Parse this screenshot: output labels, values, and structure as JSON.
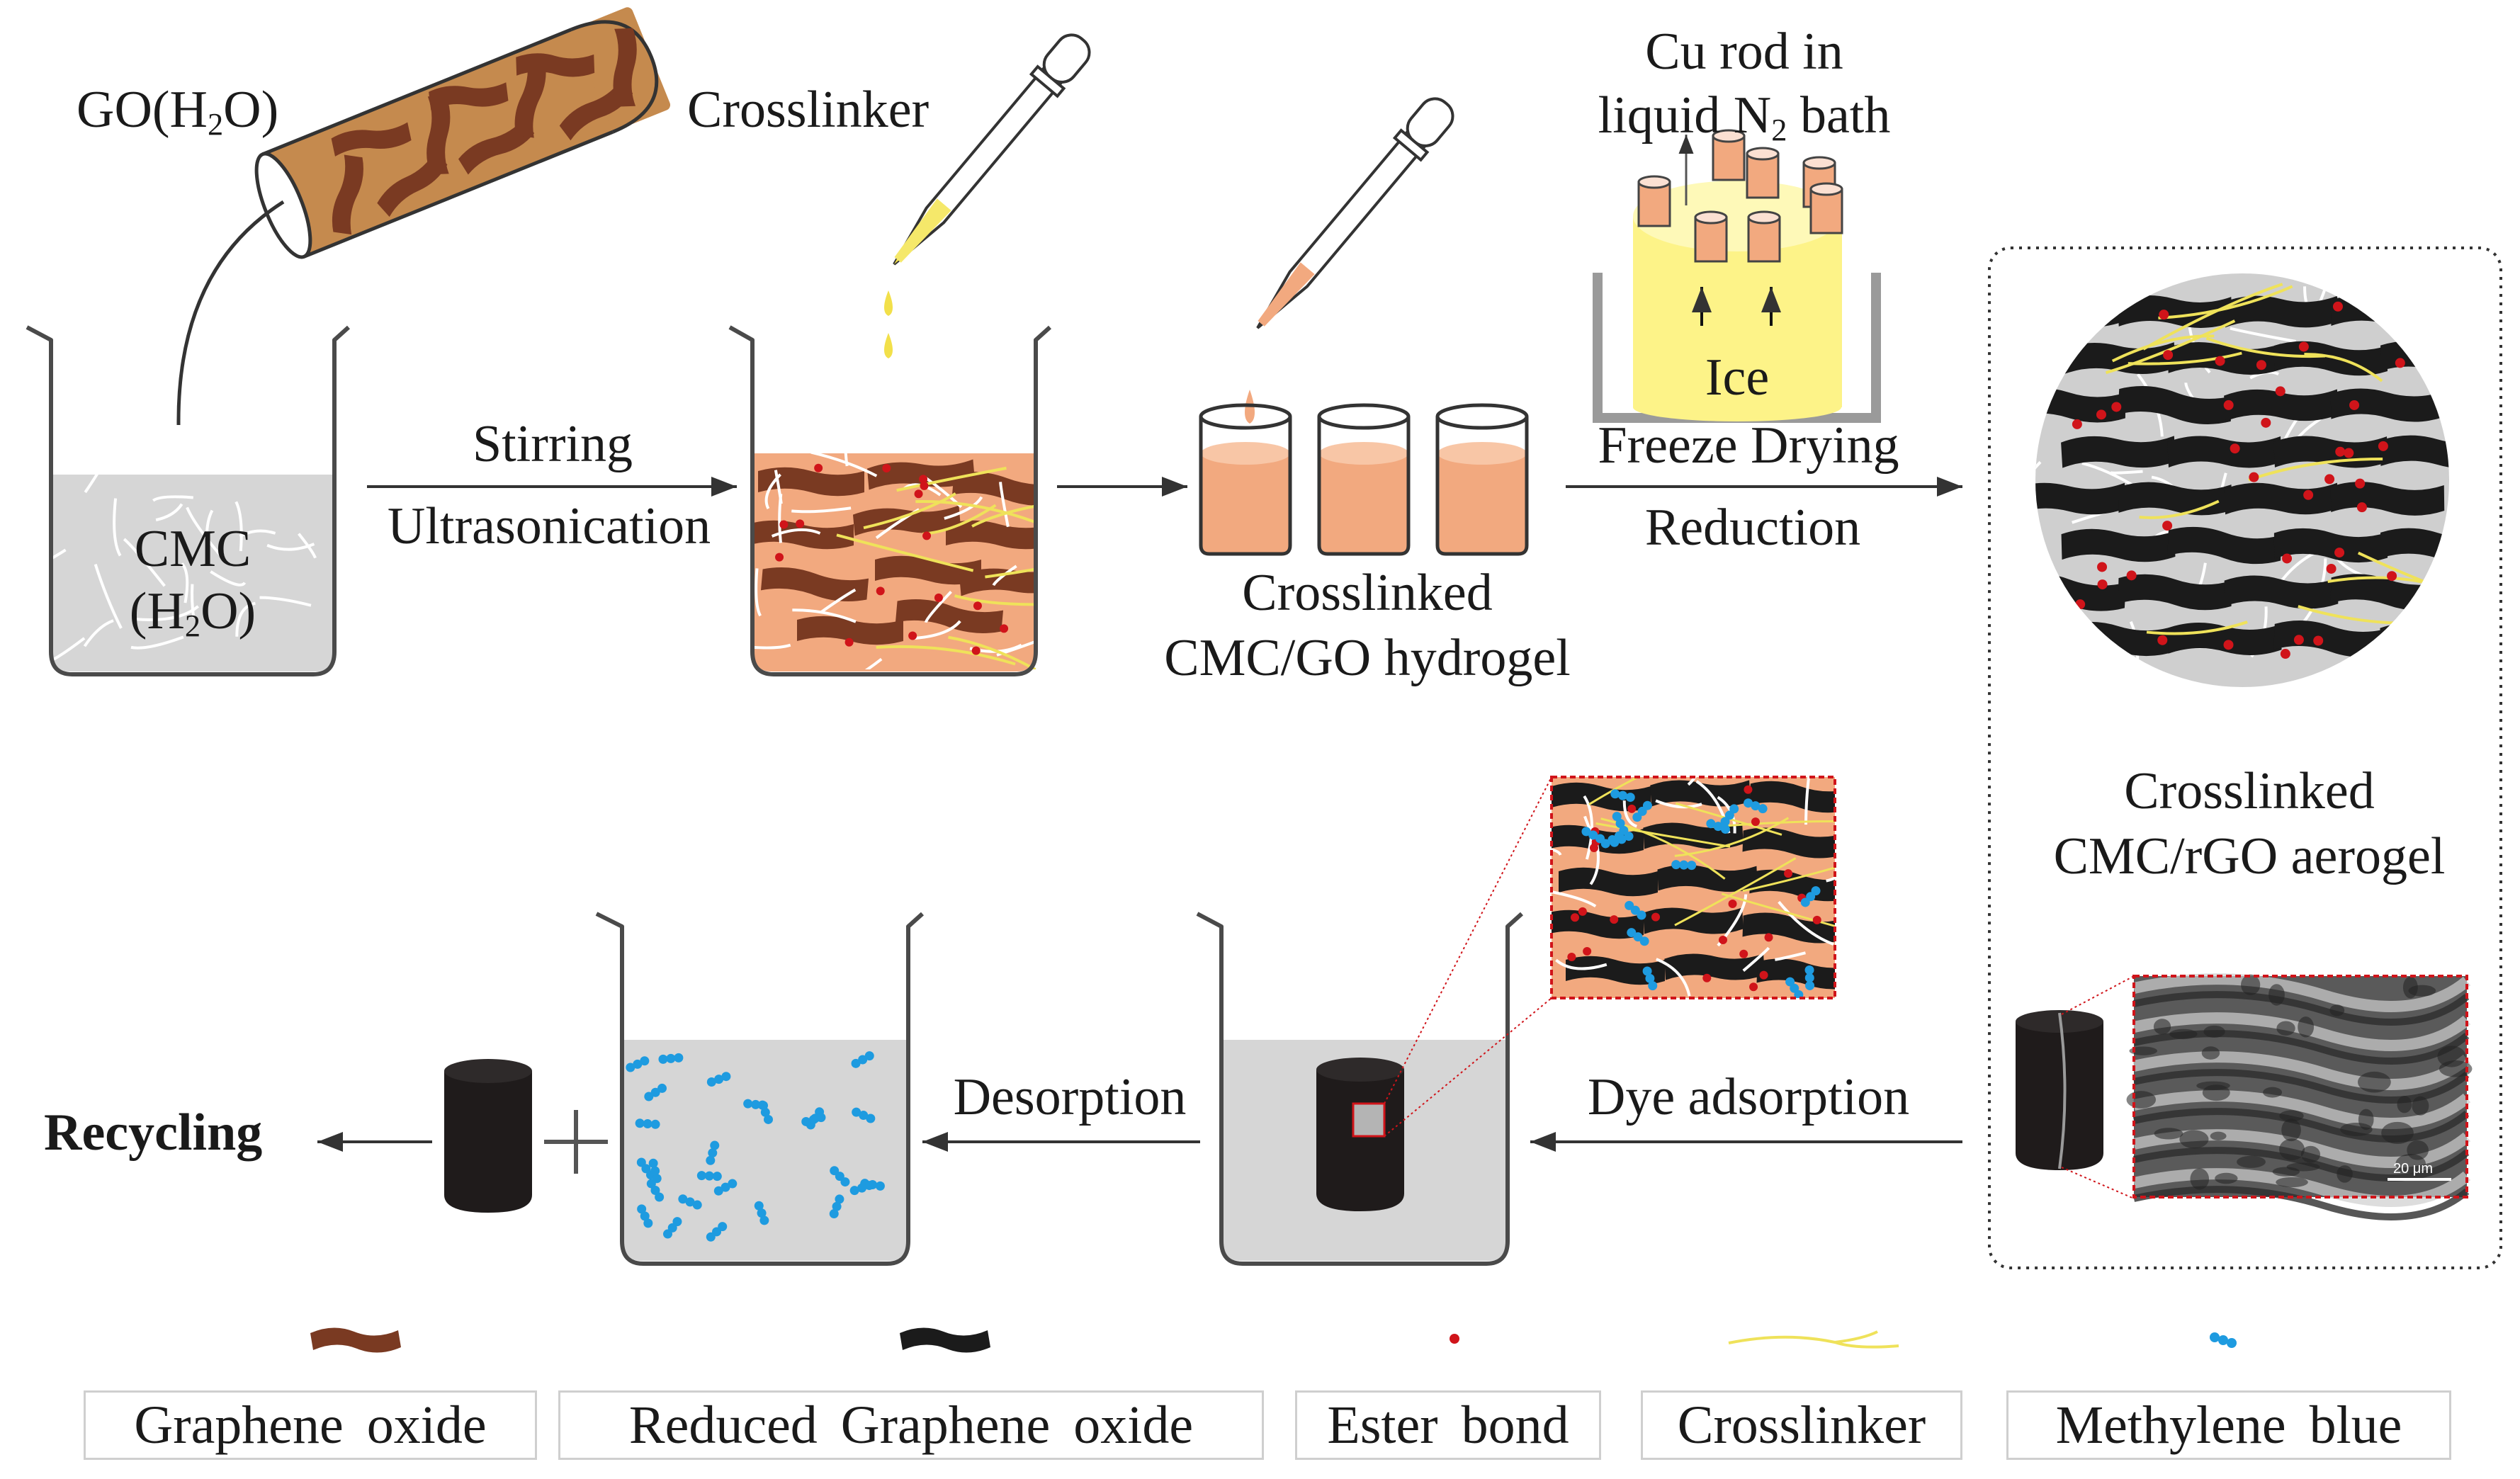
{
  "top": {
    "go_label": {
      "pre": "GO(H",
      "sub": "2",
      "post": "O)"
    },
    "crosslinker_title": "Crosslinker",
    "cmc_label": {
      "line1": "CMC",
      "line2_pre": "(H",
      "line2_sub": "2",
      "line2_post": "O)"
    },
    "arrow1_top": "Stirring",
    "arrow1_bottom": "Ultrasonication",
    "hydrogel_caption_1": "Crosslinked",
    "hydrogel_caption_2": "CMC/GO hydrogel",
    "cu_rod_1": "Cu rod in",
    "cu_rod_2_pre": "liquid N",
    "cu_rod_2_sub": "2",
    "cu_rod_2_post": " bath",
    "ice": "Ice",
    "arrow3_top": "Freeze Drying",
    "arrow3_bottom": "Reduction"
  },
  "right": {
    "aerogel_caption_1": "Crosslinked",
    "aerogel_caption_2": "CMC/rGO aerogel",
    "scale_bar": "20 μm"
  },
  "bottom": {
    "dye_adsorption": "Dye adsorption",
    "desorption": "Desorption",
    "recycling": "Recycling"
  },
  "legend": [
    {
      "label": "Graphene oxide",
      "color": "#7a3a22"
    },
    {
      "label": "Reduced Graphene oxide",
      "color": "#1b1b1b"
    },
    {
      "label": "Ester bond",
      "color": "#d0141a"
    },
    {
      "label": "Crosslinker",
      "color": "#efe25a"
    },
    {
      "label": "Methylene blue",
      "color": "#1e9be0"
    }
  ],
  "colors": {
    "go_brown": "#7a3a22",
    "rgo_black": "#1b1b1b",
    "ester_red": "#d0141a",
    "crosslinker_yellow": "#efe25a",
    "mb_blue": "#1e9be0",
    "hydrogel_orange": "#f2a97f",
    "ice_yellow": "#fdf388",
    "solution_gray": "#d6d6d6"
  }
}
